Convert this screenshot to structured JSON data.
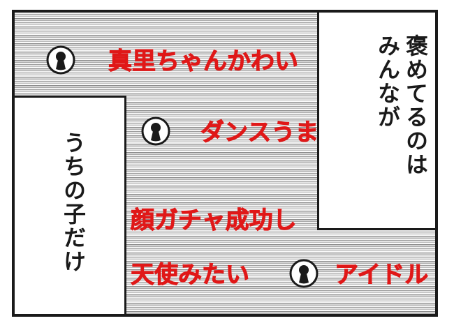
{
  "comments": [
    {
      "text": "真里ちゃんかわい"
    },
    {
      "text": "ダンスうま"
    },
    {
      "text": "顔ガチャ成功し"
    },
    {
      "text": "天使みたい"
    },
    {
      "text": "アイドル"
    }
  ],
  "captions": {
    "right": [
      "みんなが",
      "褒めてるのは"
    ],
    "left": [
      "うちの子だけ"
    ]
  },
  "colors": {
    "comment_red": "#e01818",
    "ink": "#1a1a1a"
  },
  "icons": [
    "anonymous-user-icon"
  ]
}
